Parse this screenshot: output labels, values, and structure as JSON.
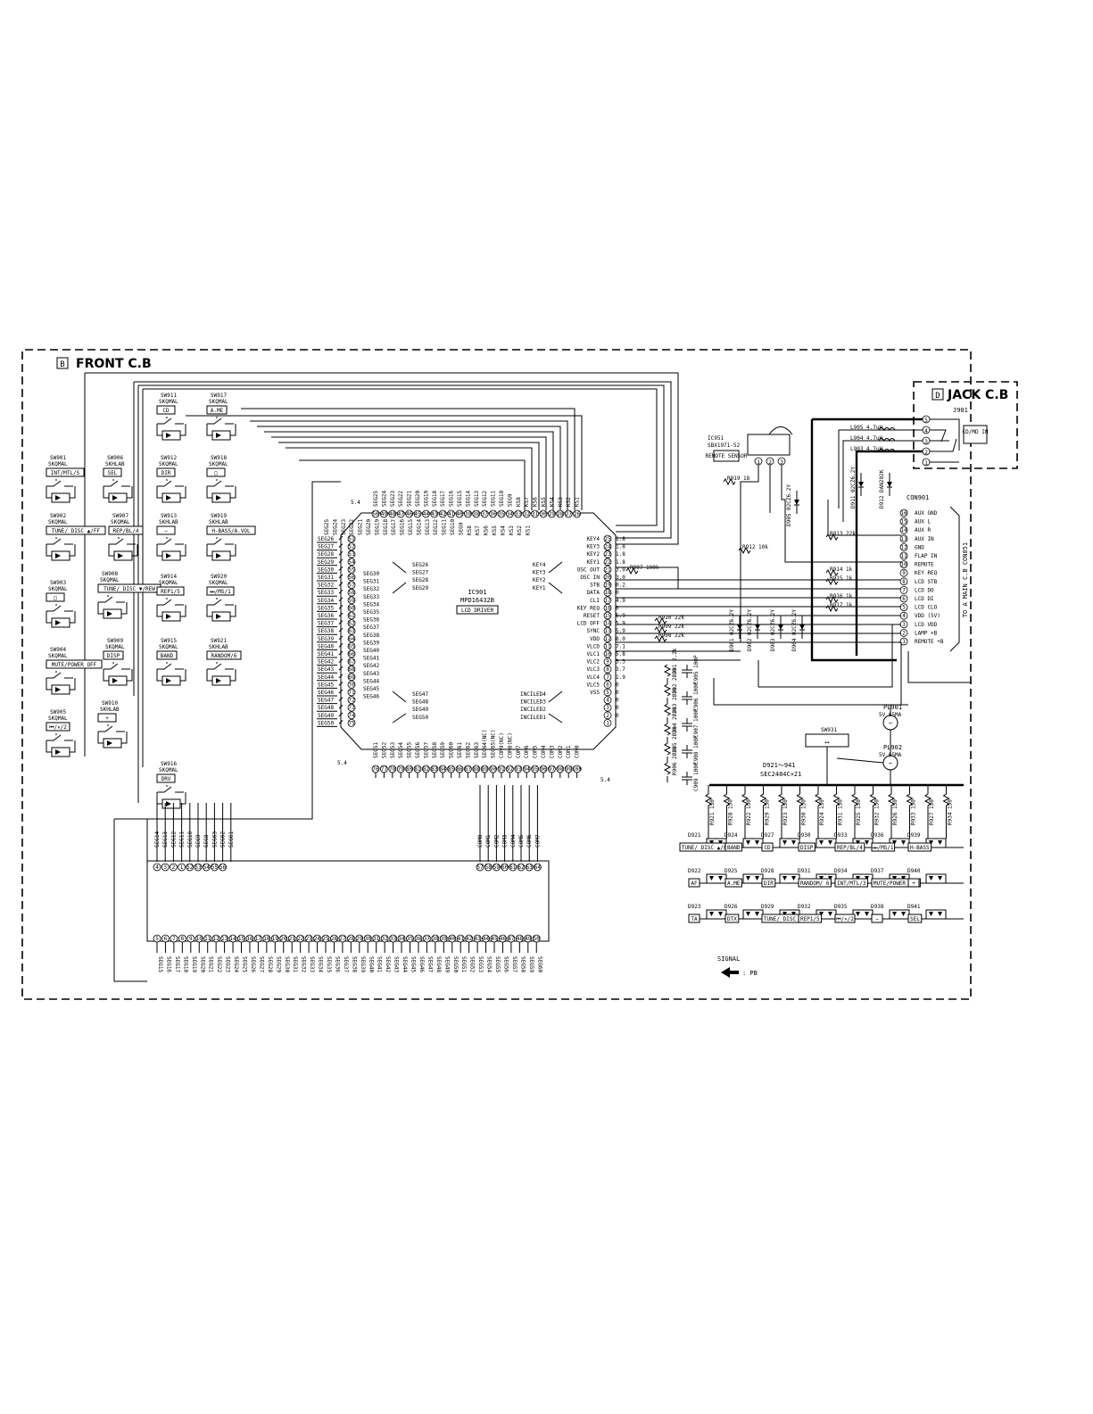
{
  "front_board": {
    "letter": "B",
    "title": "FRONT C.B"
  },
  "jack_board": {
    "letter": "D",
    "title": "JACK C.B",
    "jack_ref": "J901",
    "jack_label": "CD/MD IN"
  },
  "ic901": {
    "ref": "IC901",
    "part": "MPD16432B",
    "name": "LCD DRIVER"
  },
  "ic951": {
    "ref": "IC951",
    "part": "SBX1971-52",
    "name": "REMOTE SENSOR"
  },
  "switches": [
    {
      "ref": "SW901",
      "type": "SKQMAL",
      "label": "INT/MTL/S"
    },
    {
      "ref": "SW902",
      "type": "SKQMAL",
      "label": "TUNE/ DISC ▲/FF"
    },
    {
      "ref": "SW903",
      "type": "SKQMAL",
      "label": "□"
    },
    {
      "ref": "SW904",
      "type": "SKQMAL",
      "label": "MUTE/POWER OFF"
    },
    {
      "ref": "SW905",
      "type": "SKQMAL",
      "label": "⏮/✕/2"
    },
    {
      "ref": "SW906",
      "type": "SKHLAB",
      "label": "SEL"
    },
    {
      "ref": "SW907",
      "type": "SKQMAL",
      "label": "REP/BL/4"
    },
    {
      "ref": "SW908",
      "type": "SKQMAL",
      "label": "TUNE/ DISC ▼/REW"
    },
    {
      "ref": "SW909",
      "type": "SKQMAL",
      "label": "DISP"
    },
    {
      "ref": "SW910",
      "type": "SKHLAB",
      "label": "+"
    },
    {
      "ref": "SW911",
      "type": "SKQMAL",
      "label": "CD"
    },
    {
      "ref": "SW912",
      "type": "SKQMAL",
      "label": "DIR"
    },
    {
      "ref": "SW913",
      "type": "SKHLAB",
      "label": "−"
    },
    {
      "ref": "SW914",
      "type": "SKQMAL",
      "label": "REP1/5"
    },
    {
      "ref": "SW915",
      "type": "SKQMAL",
      "label": "BAND"
    },
    {
      "ref": "SW916",
      "type": "SKQMAL",
      "label": "DRV"
    },
    {
      "ref": "SW917",
      "type": "SKQMAL",
      "label": "A.ME"
    },
    {
      "ref": "SW918",
      "type": "SKQMAL",
      "label": "□"
    },
    {
      "ref": "SW919",
      "type": "SKHLAB",
      "label": "H-BASS/A.VOL"
    },
    {
      "ref": "SW920",
      "type": "SKQMAL",
      "label": "⏭/MS/1"
    },
    {
      "ref": "SW921",
      "type": "SKHLAB",
      "label": "RANDOM/6"
    }
  ],
  "ic_left_pins": [
    "SEG26",
    "SEG27",
    "SEG28",
    "SEG29",
    "SEG30",
    "SEG31",
    "SEG32",
    "SEG33",
    "SEG34",
    "SEG35",
    "SEG36",
    "SEG37",
    "SEG38",
    "SEG39",
    "SEG40",
    "SEG41",
    "SEG42",
    "SEG43",
    "SEG44",
    "SEG45",
    "SEG46",
    "SEG47",
    "SEG48",
    "SEG49",
    "SEG50"
  ],
  "ic_left_nums": [
    "51",
    "52",
    "53",
    "54",
    "55",
    "56",
    "57",
    "58",
    "59",
    "60",
    "61",
    "62",
    "63",
    "64",
    "65",
    "66",
    "67",
    "68",
    "69",
    "70",
    "71",
    "72",
    "73",
    "74",
    "75"
  ],
  "ic_top_pins": [
    "SEG25",
    "SEG24",
    "SEG23",
    "SEG22",
    "SEG21",
    "SEG20",
    "SEG19",
    "SEG18",
    "SEG17",
    "SEG16",
    "SEG15",
    "SEG14",
    "SEG13",
    "SEG12",
    "SEG11",
    "SEG10",
    "SEG9",
    "KS8",
    "KS7",
    "KS6",
    "KS5",
    "KS4",
    "KS3",
    "KS2",
    "KS1"
  ],
  "ic_top_nums": [
    "50",
    "49",
    "48",
    "47",
    "46",
    "45",
    "44",
    "43",
    "42",
    "41",
    "40",
    "39",
    "38",
    "37",
    "36",
    "35",
    "34",
    "33",
    "32",
    "31",
    "30",
    "29",
    "28",
    "27",
    "26"
  ],
  "ic_right_pins": [
    "KEY4",
    "KEY3",
    "KEY2",
    "KEY1",
    "OSC OUT",
    "OSC IN",
    "STB",
    "DATA",
    "CLI",
    "KEY REQ",
    "RESET",
    "LCD OFF",
    "SYNC",
    "VDD",
    "VLCD",
    "VLC1",
    "VLC2",
    "VLC3",
    "VLC4",
    "VLC5",
    "VSS",
    "",
    "",
    "",
    "",
    ""
  ],
  "ic_right_nums": [
    "25",
    "24",
    "23",
    "22",
    "21",
    "20",
    "19",
    "18",
    "17",
    "16",
    "15",
    "14",
    "13",
    "12",
    "11",
    "10",
    "9",
    "8",
    "7",
    "6",
    "5",
    "4",
    "3",
    "2",
    "1"
  ],
  "ic_right_volts": [
    "1.8",
    "1.8",
    "1.8",
    "1.8",
    "3.0",
    "3.0",
    "0.2",
    "0",
    "4.9",
    "0",
    "5.9",
    "5.9",
    "5.9",
    "8.0",
    "7.1",
    "5.8",
    "5.3",
    "3.7",
    "1.9",
    "0",
    "0",
    "0",
    "0",
    "0"
  ],
  "ic_bottom_pins": [
    "SEG51",
    "SEG52",
    "SEG53",
    "SEG54",
    "SEG55",
    "SEG56",
    "SEG57",
    "SEG58",
    "SEG59",
    "SEG60",
    "SEG61",
    "SEG62",
    "SEG63",
    "SEG64(NC)",
    "SEG65(NC)",
    "COM9(NC)",
    "COM8(NC)",
    "COM7",
    "COM6",
    "COM5",
    "COM4",
    "COM3",
    "COM2",
    "COM1",
    "COM0"
  ],
  "ic_bottom_nums": [
    "76",
    "77",
    "78",
    "79",
    "80",
    "81",
    "82",
    "83",
    "84",
    "85",
    "86",
    "87",
    "88",
    "89",
    "90",
    "91",
    "92",
    "93",
    "94",
    "95",
    "96",
    "97",
    "98",
    "99",
    "100"
  ],
  "ic_inner": {
    "left_top": [
      "SEG26",
      "SEG27",
      "SEG28",
      "SEG29"
    ],
    "left_mid": [
      "SEG30",
      "SEG31",
      "SEG32",
      "SEG33",
      "SEG34",
      "SEG35",
      "SEG36",
      "SEG37",
      "SEG38",
      "SEG39",
      "SEG40",
      "SEG41",
      "SEG42",
      "SEG43",
      "SEG44",
      "SEG45",
      "SEG46"
    ],
    "left_bot": [
      "SEG47",
      "SEG48",
      "SEG49",
      "SEG50"
    ],
    "right_top": [
      "KEY4",
      "KEY3",
      "KEY2",
      "KEY1"
    ],
    "right_bot": [
      "INCILED4",
      "INCILED3",
      "INCILED2",
      "INCILED1"
    ]
  },
  "supply_5v4": "5.4",
  "connector": {
    "ref": "CON901",
    "to_label": "TO A MAIN C.B CON851",
    "pins": [
      {
        "n": "16",
        "name": "AUX GND"
      },
      {
        "n": "15",
        "name": "AUX L"
      },
      {
        "n": "14",
        "name": "AUX R"
      },
      {
        "n": "13",
        "name": "AUX IN"
      },
      {
        "n": "12",
        "name": "GND"
      },
      {
        "n": "11",
        "name": "FLAP IN"
      },
      {
        "n": "10",
        "name": "REMOTE"
      },
      {
        "n": "9",
        "name": "KEY REQ"
      },
      {
        "n": "8",
        "name": "LCD STB"
      },
      {
        "n": "7",
        "name": "LCD DO"
      },
      {
        "n": "6",
        "name": "LCD DI"
      },
      {
        "n": "5",
        "name": "LCD CLO"
      },
      {
        "n": "4",
        "name": "VDD (5V)"
      },
      {
        "n": "3",
        "name": "LCD VDD"
      },
      {
        "n": "2",
        "name": "LAMP +B"
      },
      {
        "n": "1",
        "name": "REMOTE +B"
      }
    ]
  },
  "resistors_right": [
    "R914 1k",
    "R915 1k",
    "R916 1k",
    "R917 1k",
    "R912 10k",
    "R913 22k",
    "R907 100k",
    "R910 22k",
    "R909 22k",
    "R908 22k",
    "R919 18"
  ],
  "coils": [
    "L905 4.7uH",
    "L904 4.7uH",
    "L903 4.7uH"
  ],
  "diodes_misc": [
    "D911 02CZ6.2Y",
    "D912 DAN202K",
    "D905 02CZ6.2Y",
    "D901 02CZ6.2Y",
    "D902 02CZ6.2Y",
    "D903 02CZ6.2Y",
    "D904 02CZ6.2Y"
  ],
  "lcd_module": {
    "top_left_pins": [
      "SEG14",
      "SEG13",
      "SEG12",
      "SEG11",
      "SEG10",
      "SEG9",
      "SEG8",
      "SEG63",
      "SEG62",
      "SEG61"
    ],
    "top_left_nums": [
      "4",
      "3",
      "2",
      "1",
      "52",
      "53",
      "54",
      "55",
      "56"
    ],
    "top_right_pins": [
      "COM0",
      "COM1",
      "COM2",
      "COM3",
      "COM4",
      "COM5",
      "COM6",
      "COM7"
    ],
    "top_right_nums": [
      "57",
      "58",
      "59",
      "60",
      "61",
      "62",
      "63",
      "64"
    ],
    "bottom_pins": [
      "SEG15",
      "SEG16",
      "SEG17",
      "SEG18",
      "SEG19",
      "SEG20",
      "SEG21",
      "SEG22",
      "SEG23",
      "SEG24",
      "SEG25",
      "SEG26",
      "SEG27",
      "SEG28",
      "SEG29",
      "SEG30",
      "SEG31",
      "SEG32",
      "SEG33",
      "SEG34",
      "SEG35",
      "SEG36",
      "SEG37",
      "SEG38",
      "SEG39",
      "SEG40",
      "SEG41",
      "SEG42",
      "SEG43",
      "SEG44",
      "SEG45",
      "SEG46",
      "SEG47",
      "SEG48",
      "SEG49",
      "SEG50",
      "SEG51",
      "SEG52",
      "SEG53",
      "SEG54",
      "SEG55",
      "SEG56",
      "SEG57",
      "SEG58",
      "SEG59",
      "SEG60"
    ],
    "bottom_nums": [
      "5",
      "6",
      "7",
      "8",
      "9",
      "10",
      "11",
      "12",
      "13",
      "14",
      "15",
      "16",
      "17",
      "18",
      "19",
      "20",
      "21",
      "22",
      "23",
      "24",
      "25",
      "26",
      "27",
      "28",
      "29",
      "30",
      "31",
      "32",
      "33",
      "34",
      "35",
      "36",
      "37",
      "38",
      "39",
      "40",
      "41",
      "42",
      "43",
      "44",
      "45",
      "46",
      "47",
      "48",
      "49",
      "50"
    ]
  },
  "lamps": [
    {
      "ref": "PL901",
      "spec": "5V 65MA"
    },
    {
      "ref": "PL902",
      "spec": "5V 65MA"
    }
  ],
  "sw931": "SW931",
  "led_group_label": "D921～941",
  "led_group_part": "SEC2484C×21",
  "leds": [
    {
      "ref": "D921",
      "label": "TUNE/ DISC ▲/FF"
    },
    {
      "ref": "D922",
      "label": "AF"
    },
    {
      "ref": "D923",
      "label": "TA"
    },
    {
      "ref": "D924",
      "label": "BAND"
    },
    {
      "ref": "D925",
      "label": "A.ME"
    },
    {
      "ref": "D926",
      "label": "DTX"
    },
    {
      "ref": "D927",
      "label": "CD"
    },
    {
      "ref": "D928",
      "label": "DIR"
    },
    {
      "ref": "D929",
      "label": "TUNE/ DISC ▼/REW"
    },
    {
      "ref": "D930",
      "label": "DISP"
    },
    {
      "ref": "D931",
      "label": "RANDOM/ 6"
    },
    {
      "ref": "D932",
      "label": "REP1/5"
    },
    {
      "ref": "D933",
      "label": "REP/BL/4"
    },
    {
      "ref": "D934",
      "label": "INT/MTL/3"
    },
    {
      "ref": "D935",
      "label": "⏮/✕/2"
    },
    {
      "ref": "D936",
      "label": "⏭/MS/1"
    },
    {
      "ref": "D937",
      "label": "MUTE/POWER OFF"
    },
    {
      "ref": "D938",
      "label": "−"
    },
    {
      "ref": "D939",
      "label": "H-BASS"
    },
    {
      "ref": "D940",
      "label": "+"
    },
    {
      "ref": "D941",
      "label": "SEL"
    }
  ],
  "led_resistors": [
    "R921 150",
    "R928 150",
    "R922 150",
    "R929 150",
    "R923 150",
    "R930 150",
    "R924 150",
    "R931 150",
    "R925 150",
    "R932 150",
    "R926 150",
    "R933 150",
    "R927 150",
    "R934 150"
  ],
  "caps_right": [
    "C905 100P",
    "C906 100P",
    "C907 100P",
    "C908 100P",
    "C909 100P"
  ],
  "vlcd_resistors": [
    "R901 2.2k",
    "R902 2.2k",
    "R903 2.2k",
    "R904 2.2k",
    "R905 2.2k",
    "R906 2.2k"
  ],
  "signal_legend": {
    "title": "SIGNAL",
    "item": ": PB"
  }
}
